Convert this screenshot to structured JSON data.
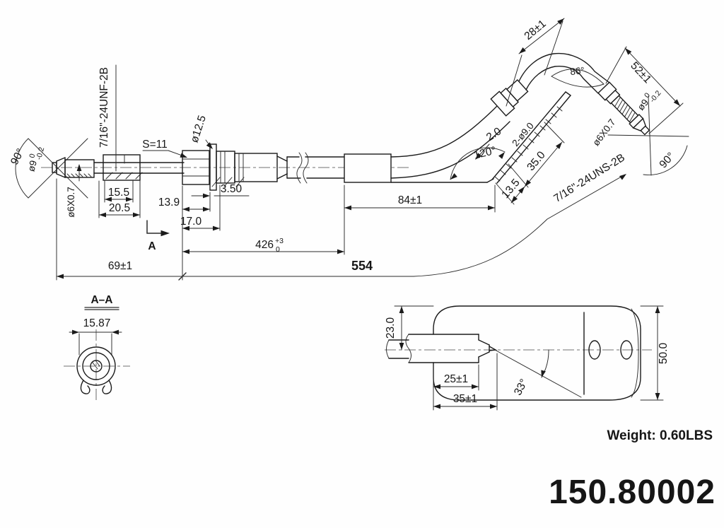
{
  "main_view": {
    "left_fitting": {
      "flare_angle": "90°",
      "seat_dia": "ø9",
      "seat_tol_upper": "0",
      "seat_tol_lower": "-0.2",
      "thread_minor": "ø6X0.7",
      "thread_spec": "7/16\"-24UNF-2B",
      "hex_size": "S=11",
      "flange_dia": "ø12.5",
      "flange_thickness": "3.50",
      "dim_nut_inner": "15.5",
      "dim_nut_outer": "20.5",
      "dim_13_9": "13.9",
      "dim_17_0": "17.0",
      "section_label": "A"
    },
    "lengths": {
      "dim_69": "69±1",
      "dim_426": "426",
      "dim_426_tol_upper": "+3",
      "dim_426_tol_lower": "0",
      "dim_554": "554",
      "dim_84": "84±1"
    },
    "bracket_edge": {
      "plate_thickness": "2.0",
      "bend_angle": "120°",
      "dim_13_5": "13.5",
      "dim_35_0": "35.0",
      "holes_spec": "2-ø9.0"
    },
    "top_bend": {
      "dim_28": "28±1",
      "bend_angle": "86°",
      "dim_52": "52±1"
    },
    "right_fitting": {
      "thread_minor": "ø6X0.7",
      "seat_dia": "ø9",
      "seat_tol_upper": "0",
      "seat_tol_lower": "-0.2",
      "thread_spec": "7/16\"-24UNS-2B",
      "flare_angle": "90°"
    }
  },
  "section_aa": {
    "title": "A–A",
    "dim_width": "15.87"
  },
  "bracket_view": {
    "dim_23": "23.0",
    "dim_25": "25±1",
    "dim_35": "35±1",
    "angle_33": "33°",
    "dim_50": "50.0"
  },
  "footer": {
    "weight": "Weight: 0.60LBS",
    "part_number": "150.80002"
  }
}
